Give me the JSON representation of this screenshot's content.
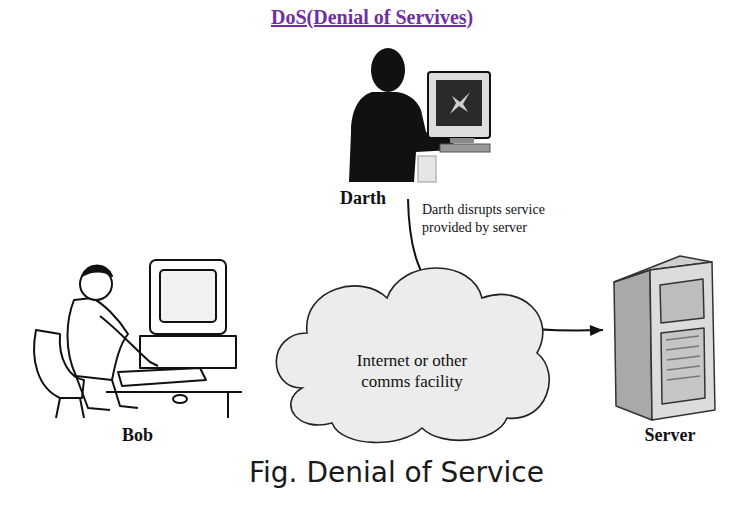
{
  "diagram": {
    "title": "DoS(Denial of Servives)",
    "caption": "Fig. Denial of Service",
    "nodes": [
      {
        "text": [
          "Darth"
        ]
      },
      {
        "text": [
          "Bob"
        ]
      },
      {
        "text": [
          "Internet or other comms facility"
        ]
      },
      {
        "text": [
          "Server"
        ]
      }
    ],
    "edges": [
      {
        "from": 0,
        "to": 3,
        "label": "Darth disrupts service provided by server",
        "arrow": "to"
      }
    ]
  }
}
